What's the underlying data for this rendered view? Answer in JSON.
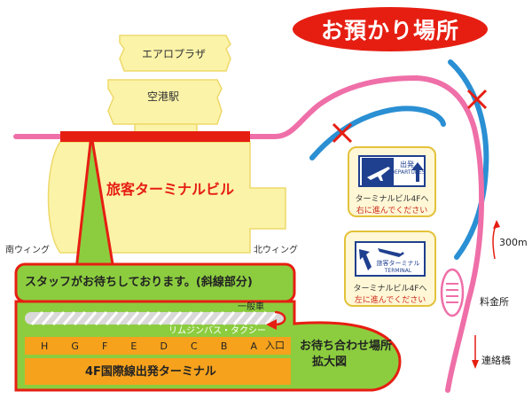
{
  "title": "お預かり場所",
  "colors": {
    "road_pink": "#ef6fa8",
    "rail_blue": "#2a8fd3",
    "terminal_yellow": "#fbf3a8",
    "terminal_outline": "#eed96a",
    "green_zone": "#8ccd3f",
    "red_accent": "#e61e12",
    "orange_gates": "#f6a21c",
    "parking_lane": "#d9d9d9"
  },
  "buildings": {
    "aero_plaza": "エアロプラザ",
    "airport_station": "空港駅",
    "passenger_terminal": "旅客ターミナルビル"
  },
  "wings": {
    "south": "南ウィング",
    "north": "北ウィング"
  },
  "staff_notice": "スタッフがお待ちしております。(斜線部分)",
  "lanes": {
    "general": "一般車",
    "limousine": "リムジンバス・タクシー"
  },
  "gates": [
    "H",
    "G",
    "F",
    "E",
    "D",
    "C",
    "B",
    "A"
  ],
  "entrance": "入口",
  "departure_terminal": "4F国際線出発ターミナル",
  "meeting_place": {
    "line1": "お待ち合わせ場所",
    "line2": "拡大図"
  },
  "signs": [
    {
      "icon": "airplane-takeoff-icon",
      "label_ja": "出発",
      "label_en": "DEPARTURES",
      "arrow": "arrow-up-icon",
      "line1": "ターミナルビル4Fへ",
      "line2": "右に進んでください"
    },
    {
      "icon": "airplane-landing-icon",
      "label_ja": "旅客ターミナル",
      "label_en": "TERMINAL",
      "arrow": "arrow-up-left-icon",
      "line1": "ターミナルビル4Fへ",
      "line2": "左に進んでください"
    }
  ],
  "road": {
    "distance": "300m",
    "toll": "料金所",
    "bridge": "連絡橋"
  }
}
